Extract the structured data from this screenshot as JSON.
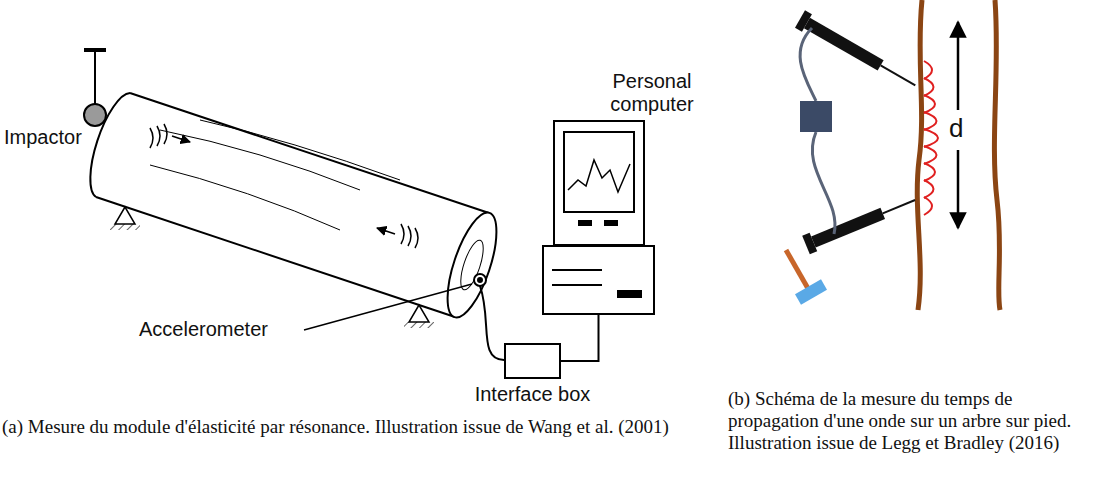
{
  "diagram": {
    "nodes": [
      {
        "text": [
          "Interface box"
        ]
      },
      {
        "text": [
          "Personal computer"
        ]
      }
    ],
    "edges": [
      {
        "from": 0,
        "to": 1,
        "arrow": "none"
      }
    ],
    "labels": [
      "Impactor",
      "Accelerometer",
      "d",
      "(a) Mesure du module d'élasticité par résonance. Illustration issue de Wang et al. (2001)",
      "(b) Schéma de la mesure du temps de propagation d'une onde sur un arbre sur pied. Illustration issue de Legg et Bradley (2016)"
    ]
  }
}
